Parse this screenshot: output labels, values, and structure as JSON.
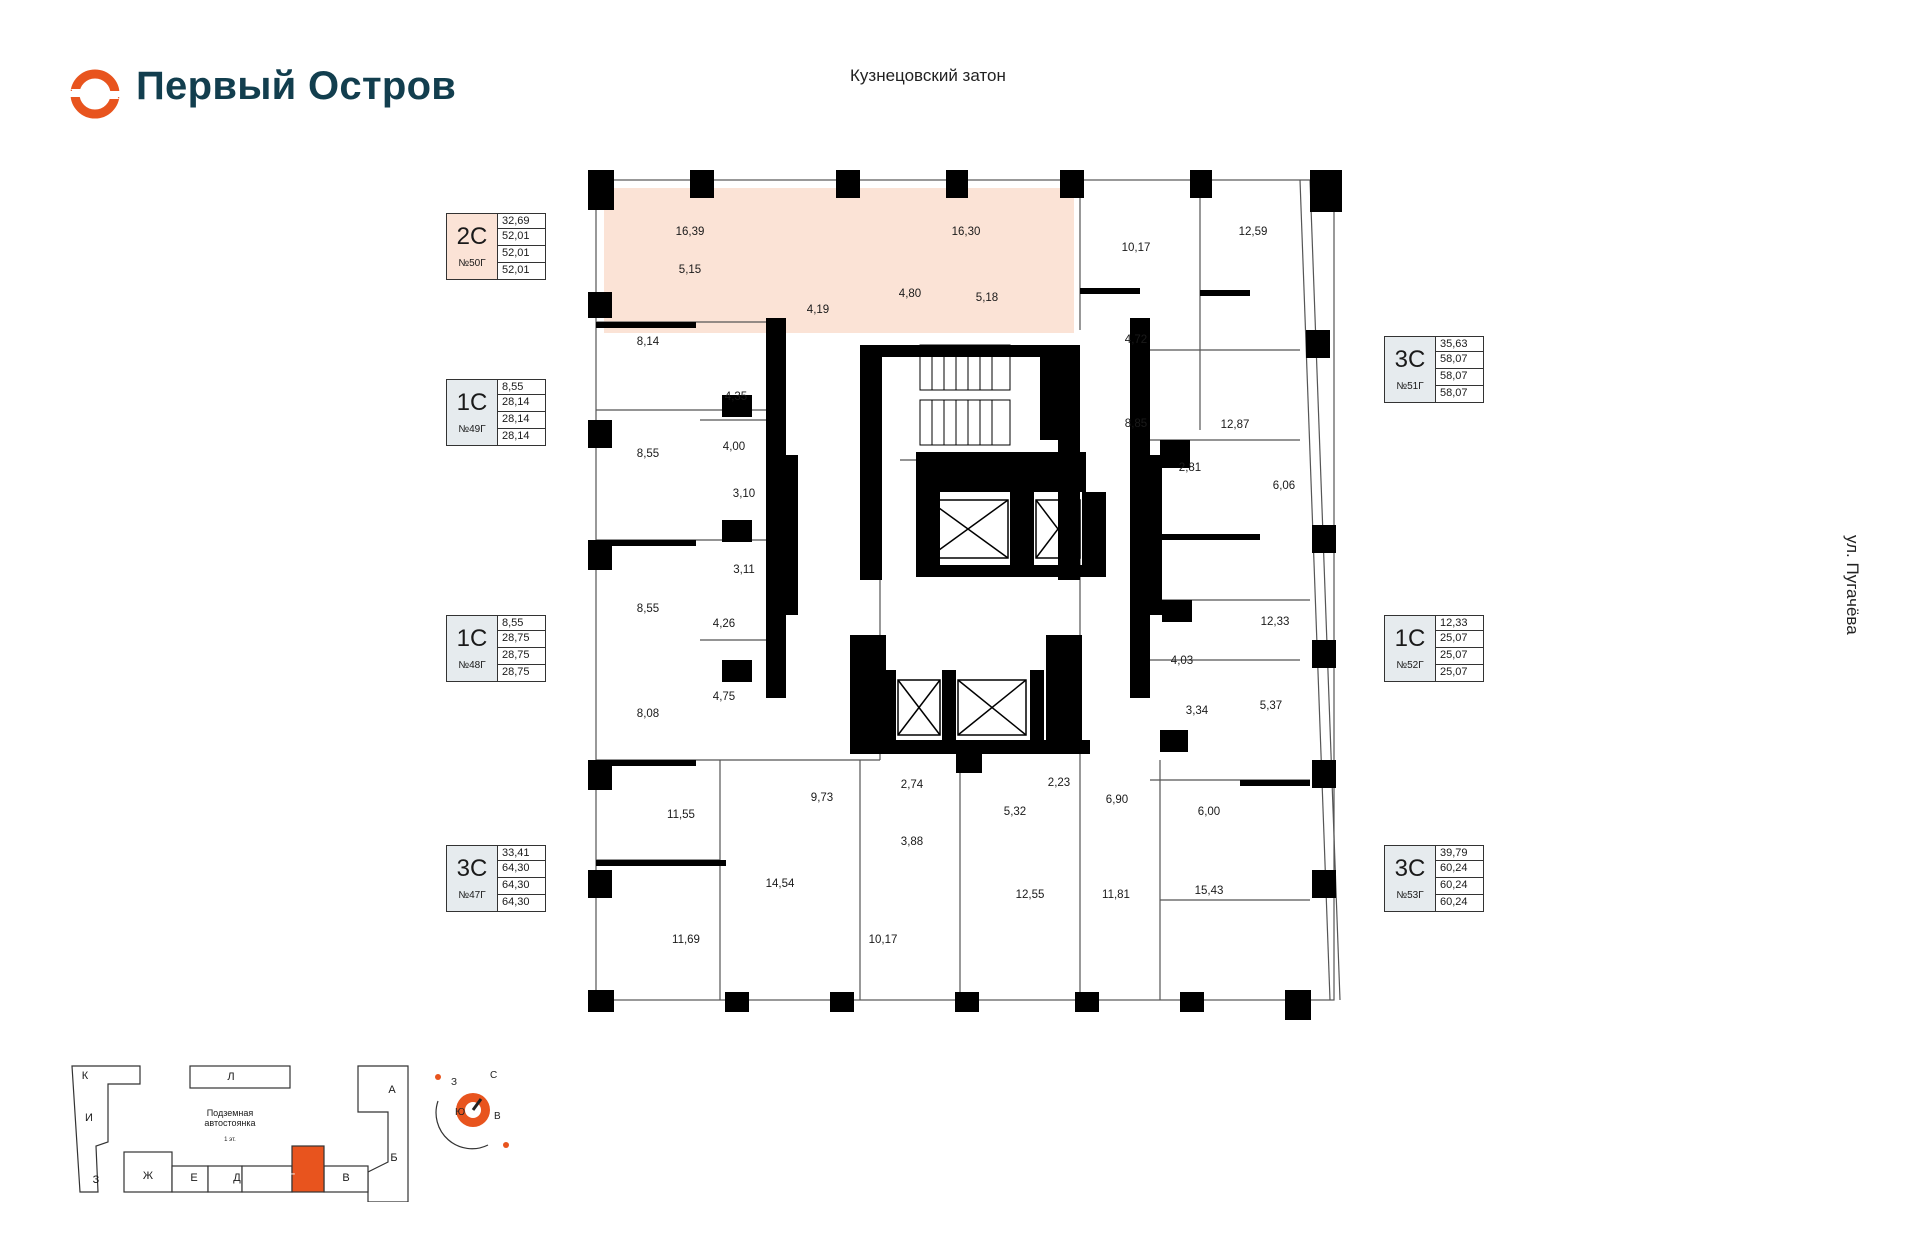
{
  "brand": {
    "name": "Первый Остров"
  },
  "orientation": {
    "north": "Кузнецовский затон",
    "east": "ул. Пугачёва"
  },
  "apartments": [
    {
      "type": "2С",
      "number": "№50Г",
      "areas": [
        "32,69",
        "52,01",
        "52,01",
        "52,01"
      ],
      "highlight": true
    },
    {
      "type": "1С",
      "number": "№49Г",
      "areas": [
        "8,55",
        "28,14",
        "28,14",
        "28,14"
      ],
      "highlight": false
    },
    {
      "type": "1С",
      "number": "№48Г",
      "areas": [
        "8,55",
        "28,75",
        "28,75",
        "28,75"
      ],
      "highlight": false
    },
    {
      "type": "3С",
      "number": "№47Г",
      "areas": [
        "33,41",
        "64,30",
        "64,30",
        "64,30"
      ],
      "highlight": false
    },
    {
      "type": "3С",
      "number": "№51Г",
      "areas": [
        "35,63",
        "58,07",
        "58,07",
        "58,07"
      ],
      "highlight": false
    },
    {
      "type": "1С",
      "number": "№52Г",
      "areas": [
        "12,33",
        "25,07",
        "25,07",
        "25,07"
      ],
      "highlight": false
    },
    {
      "type": "3С",
      "number": "№53Г",
      "areas": [
        "39,79",
        "60,24",
        "60,24",
        "60,24"
      ],
      "highlight": false
    }
  ],
  "rooms": [
    "16,39",
    "5,15",
    "16,30",
    "4,19",
    "4,80",
    "5,18",
    "10,17",
    "12,59",
    "4,72",
    "8,85",
    "12,87",
    "2,81",
    "6,06",
    "8,14",
    "4,35",
    "8,55",
    "4,00",
    "3,10",
    "3,11",
    "8,55",
    "4,26",
    "8,08",
    "4,75",
    "12,33",
    "4,03",
    "3,34",
    "5,37",
    "11,55",
    "9,73",
    "2,74",
    "3,88",
    "5,32",
    "2,23",
    "6,90",
    "6,00",
    "14,54",
    "11,69",
    "10,17",
    "12,55",
    "11,81",
    "15,43"
  ],
  "site_plan": {
    "sections": [
      "К",
      "Л",
      "А",
      "И",
      "Б",
      "З",
      "Ж",
      "Е",
      "Д",
      "Г",
      "В"
    ],
    "current_section": "Г",
    "parking_label": "Подземная автостоянка",
    "parking_sub": "1 эт."
  },
  "compass": {
    "letters": [
      "С",
      "З",
      "Ю",
      "В"
    ]
  },
  "colors": {
    "brand": "#123e4e",
    "accent": "#e8541e",
    "highlight": "#fbe3d6",
    "card": "#e6ebee",
    "wall": "#000000"
  }
}
